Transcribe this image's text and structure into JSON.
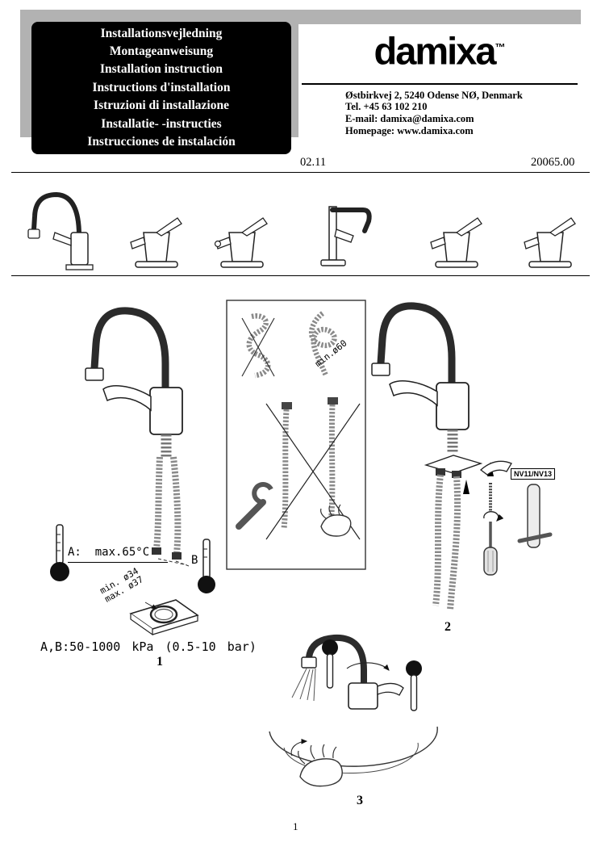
{
  "header": {
    "titles": [
      "Installationsvejledning",
      "Montageanweisung",
      "Installation instruction",
      "Instructions d'installation",
      "Istruzioni di installazione",
      "Installatie- -instructies",
      "Instrucciones de instalación"
    ],
    "brand": {
      "name": "damixa",
      "tm": "™"
    },
    "contact": {
      "address": "Østbirkvej 2, 5240 Odense NØ, Denmark",
      "tel": "Tel. +45 63 102 210",
      "email": "E-mail: damixa@damixa.com",
      "homepage": "Homepage: www.damixa.com"
    }
  },
  "meta": {
    "revision": "02.11",
    "document_number": "20065.00"
  },
  "figure1": {
    "temp_label": "A:  max.65°C",
    "b_label": "B",
    "hole_min": "min. ø34",
    "hole_max": "max. ø37",
    "pressure": "A,B:50-1000 kPa (0.5-10 bar)",
    "label": "1"
  },
  "detail_box": {
    "bend_radius": "min.ø60"
  },
  "figure2": {
    "tool_size": "NV11/NV13",
    "label": "2"
  },
  "figure3": {
    "label": "3"
  },
  "footer": {
    "page_number": "1"
  },
  "colors": {
    "header_band": "#b2b2b2",
    "title_box_bg": "#000000",
    "title_text": "#ffffff"
  },
  "icons": {
    "thermometer": "thermometer-icon",
    "wrench": "wrench-icon",
    "hand": "hand-icon",
    "arrow_up": "arrow-up-icon",
    "faucet": "faucet-illustration"
  }
}
